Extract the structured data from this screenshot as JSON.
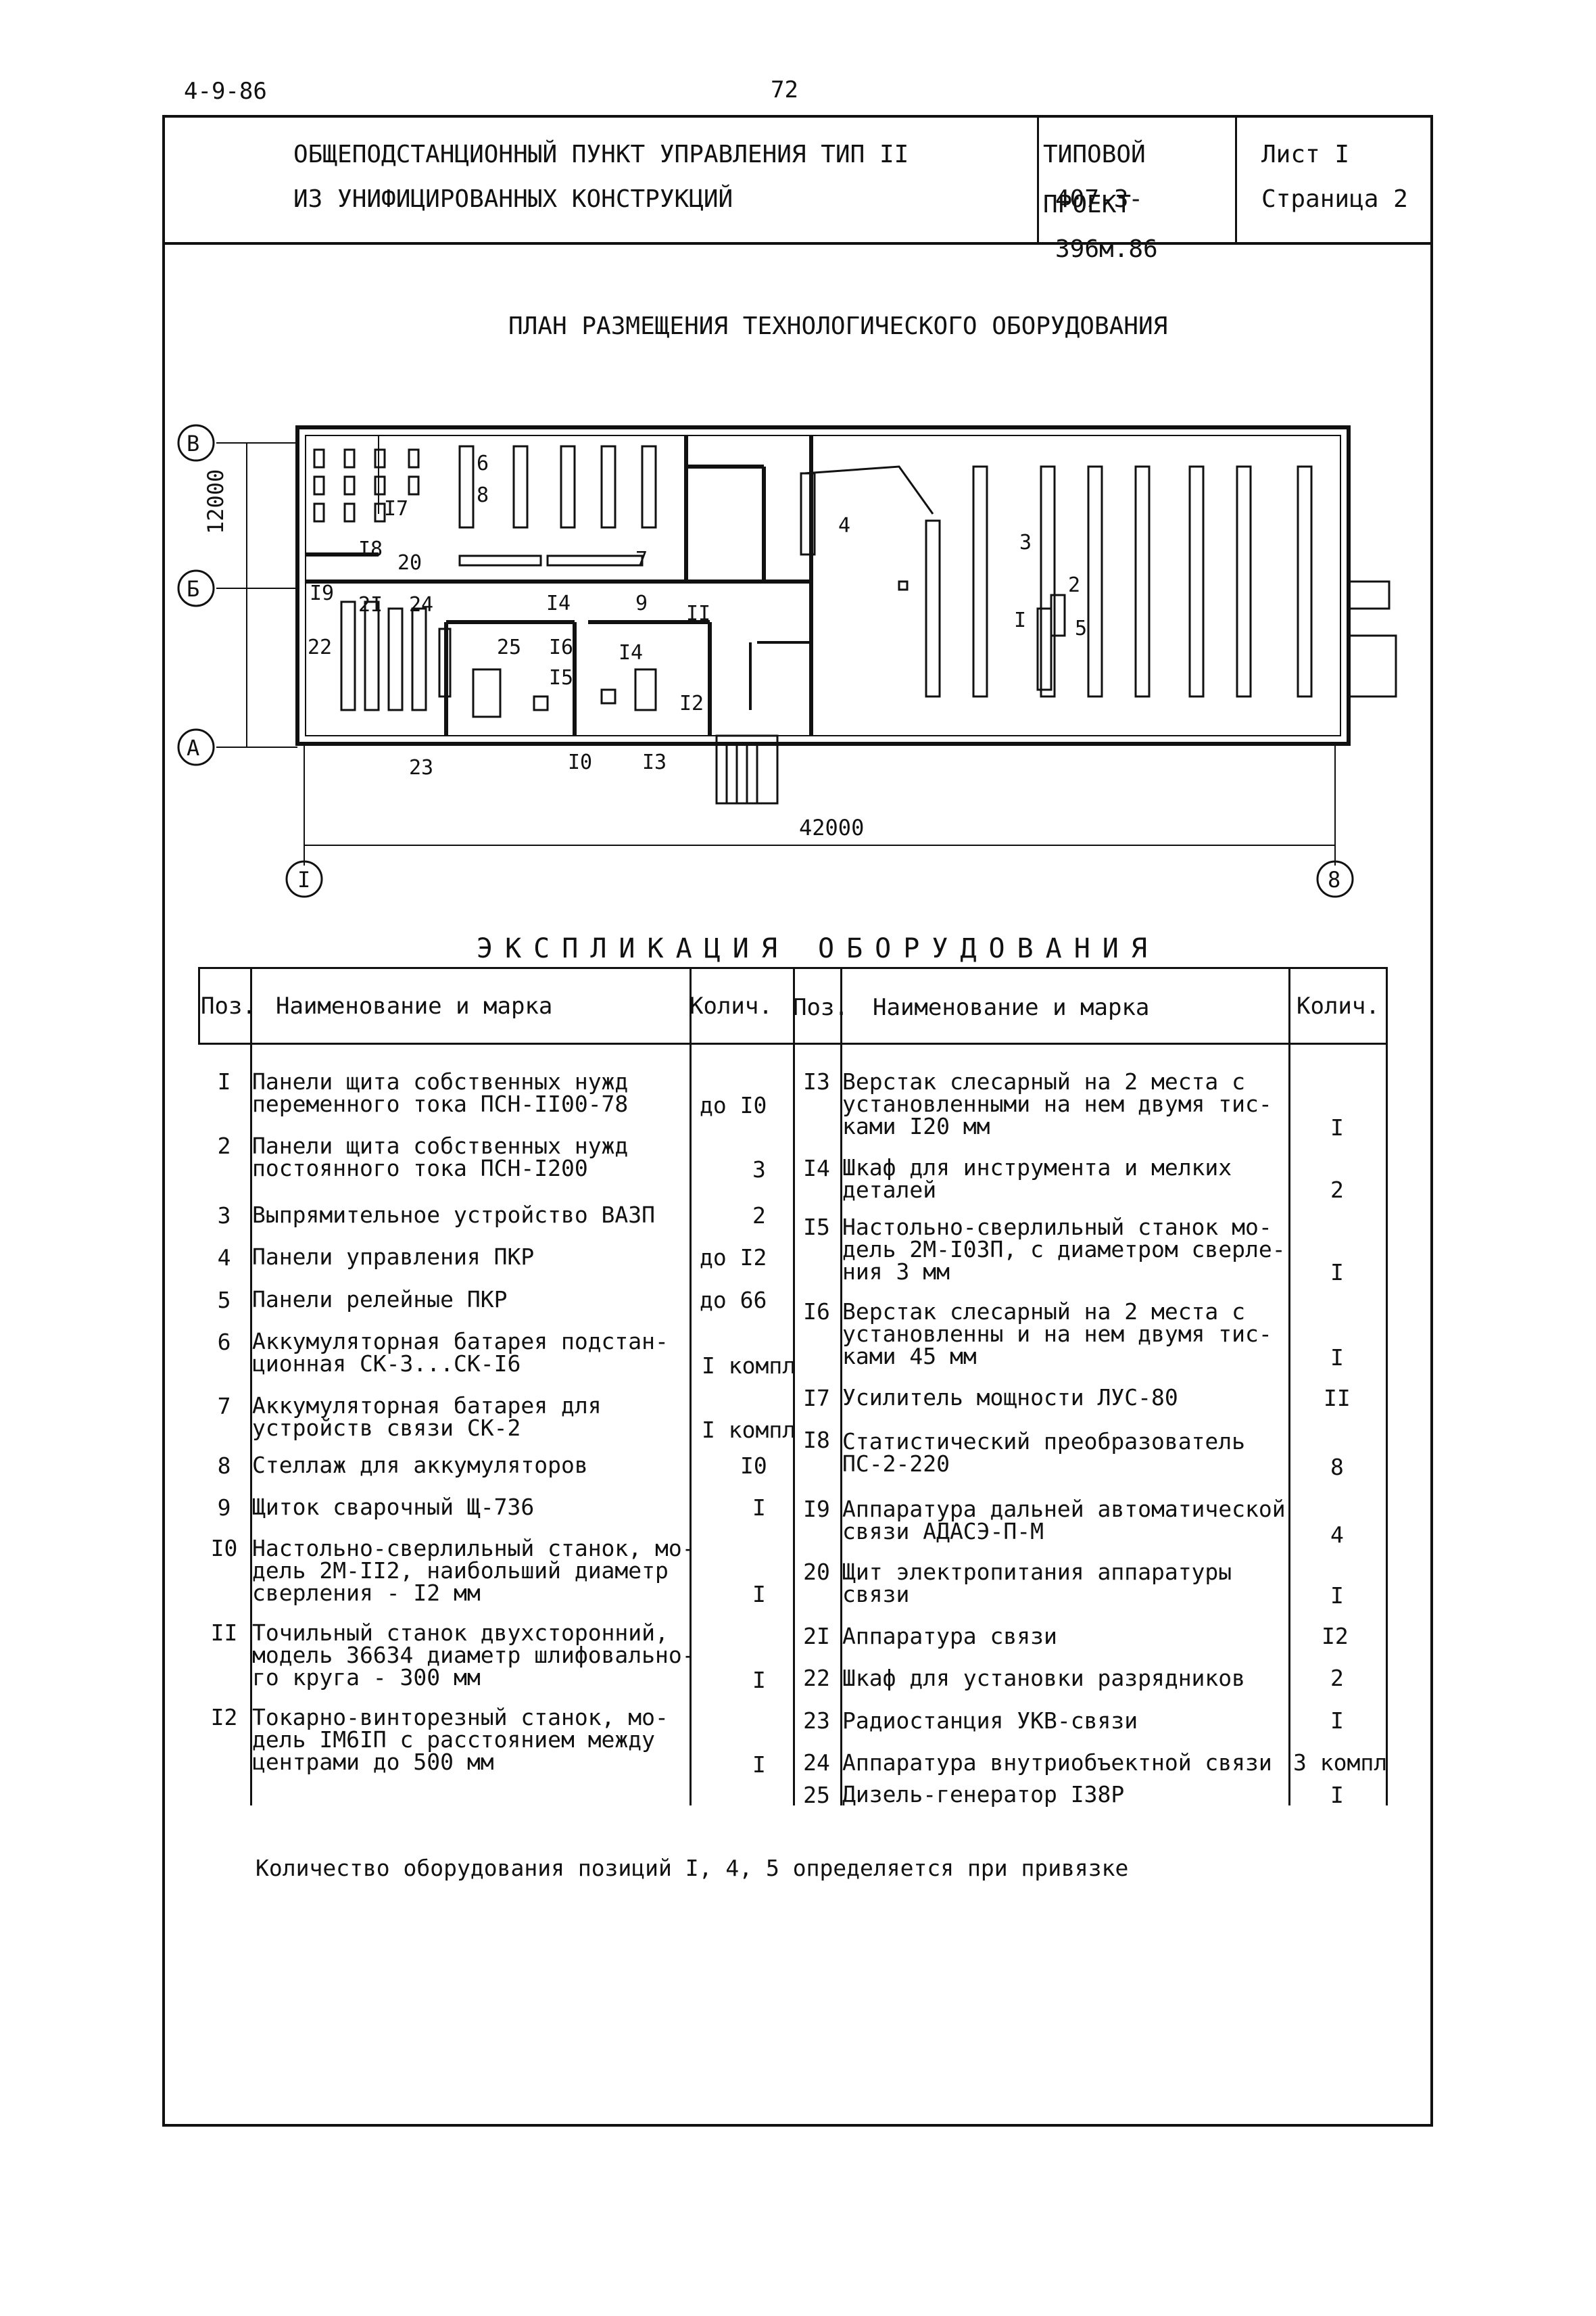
{
  "page": {
    "code": "4-9-86",
    "number": "72"
  },
  "title_block": {
    "line1": "ОБЩЕПОДСТАНЦИОННЫЙ ПУНКТ УПРАВЛЕНИЯ  ТИП  II",
    "line2": "ИЗ УНИФИЦИРОВАННЫХ КОНСТРУКЦИЙ",
    "project_label": "ТИПОВОЙ ПРОЕКТ",
    "project_number": "407-3-396м.86",
    "sheet": "Лист  I",
    "page": "Страница 2"
  },
  "plan": {
    "title": "ПЛАН РАЗМЕЩЕНИЯ ТЕХНОЛОГИЧЕСКОГО ОБОРУДОВАНИЯ",
    "axis_rows": [
      "В",
      "Б",
      "А"
    ],
    "axis_cols": [
      "I",
      "8"
    ],
    "dim_vertical": "12000",
    "dim_horizontal": "42000",
    "labels": [
      "I",
      "2",
      "3",
      "4",
      "5",
      "6",
      "7",
      "8",
      "9",
      "I0",
      "II",
      "I2",
      "I3",
      "I4",
      "I4",
      "I5",
      "I6",
      "I7",
      "I8",
      "I9",
      "20",
      "2I",
      "22",
      "23",
      "24",
      "25"
    ]
  },
  "explication": {
    "title": "ЭКСПЛИКАЦИЯ  ОБОРУДОВАНИЯ",
    "headers": {
      "pos": "Поз.",
      "name": "Наименование и марка",
      "qty": "Колич."
    },
    "left": [
      {
        "pos": "I",
        "name": "Панели щита собственных нужд\nпеременного тока ПСН-II00-78",
        "qty": "до I0"
      },
      {
        "pos": "2",
        "name": "Панели щита собственных нужд\nпостоянного тока ПСН-I200",
        "qty": "3"
      },
      {
        "pos": "3",
        "name": "Выпрямительное устройство ВАЗП",
        "qty": "2"
      },
      {
        "pos": "4",
        "name": "Панели управления ПКР",
        "qty": "до I2"
      },
      {
        "pos": "5",
        "name": "Панели релейные ПКР",
        "qty": "до 66"
      },
      {
        "pos": "6",
        "name": "Аккумуляторная батарея подстан-\nционная СК-3...СК-I6",
        "qty": "I компл"
      },
      {
        "pos": "7",
        "name": "Аккумуляторная батарея для\nустройств связи СК-2",
        "qty": "I компл"
      },
      {
        "pos": "8",
        "name": "Стеллаж для аккумуляторов",
        "qty": "I0"
      },
      {
        "pos": "9",
        "name": "Щиток сварочный Щ-736",
        "qty": "I"
      },
      {
        "pos": "I0",
        "name": "Настольно-сверлильный станок, мо-\nдель 2М-II2, наибольший диаметр\nсверления - I2 мм",
        "qty": "I"
      },
      {
        "pos": "II",
        "name": "Точильный станок двухсторонний,\nмодель 36634 диаметр шлифовально-\nго круга - 300 мм",
        "qty": "I"
      },
      {
        "pos": "I2",
        "name": "Токарно-винторезный станок, мо-\nдель IМ6IП с расстоянием между\nцентрами до 500 мм",
        "qty": "I"
      }
    ],
    "right": [
      {
        "pos": "I3",
        "name": "Верстак слесарный на 2 места с\nустановленными на нем двумя тис-\nками I20 мм",
        "qty": "I"
      },
      {
        "pos": "I4",
        "name": "Шкаф для инструмента и мелких\nдеталей",
        "qty": "2"
      },
      {
        "pos": "I5",
        "name": "Настольно-сверлильный станок мо-\nдель 2М-I03П, с диаметром сверле-\nния 3 мм",
        "qty": "I"
      },
      {
        "pos": "I6",
        "name": "Верстак слесарный на 2 места с\nустановленны и на нем двумя тис-\nками 45 мм",
        "qty": "I"
      },
      {
        "pos": "I7",
        "name": "Усилитель мощности ЛУС-80",
        "qty": "II"
      },
      {
        "pos": "I8",
        "name": "Статистический преобразователь\nПС-2-220",
        "qty": "8"
      },
      {
        "pos": "I9",
        "name": "Аппаратура дальней автоматической\nсвязи АДАСЭ-П-М",
        "qty": "4"
      },
      {
        "pos": "20",
        "name": "Щит электропитания аппаратуры\nсвязи",
        "qty": "I"
      },
      {
        "pos": "2I",
        "name": "Аппаратура связи",
        "qty": "I2"
      },
      {
        "pos": "22",
        "name": "Шкаф для установки разрядников",
        "qty": "2"
      },
      {
        "pos": "23",
        "name": "Радиостанция УКВ-связи",
        "qty": "I"
      },
      {
        "pos": "24",
        "name": "Аппаратура внутриобъектной связи",
        "qty": "3 компл"
      },
      {
        "pos": "25",
        "name": "Дизель-генератор I38Р",
        "qty": "I"
      }
    ]
  },
  "footnote": "Количество оборудования позиций I, 4, 5 определяется при привязке"
}
